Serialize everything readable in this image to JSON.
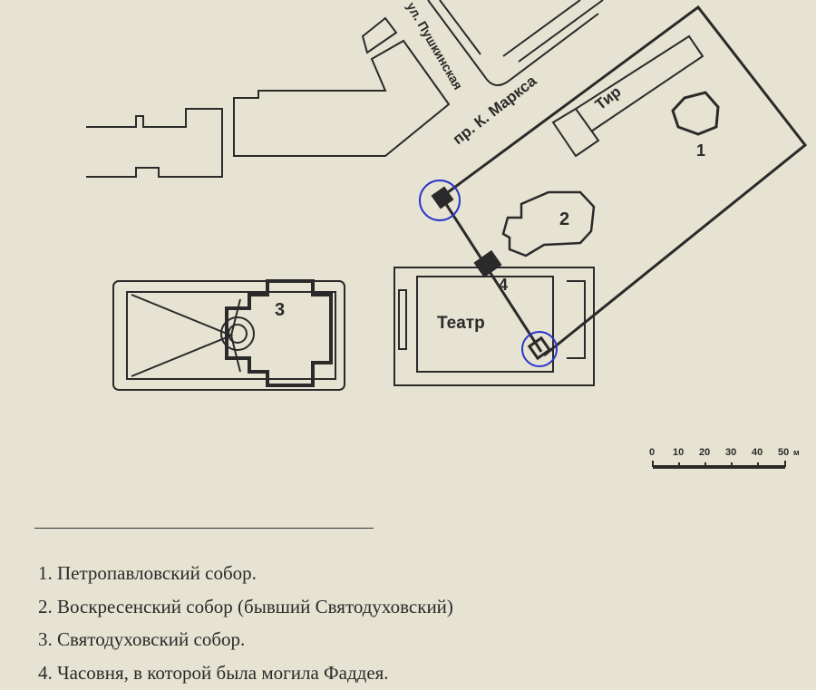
{
  "map": {
    "street_labels": {
      "pushkinskaya": "ул. Пушкинская",
      "marx_avenue": "пр. К. Маркса"
    },
    "building_labels": {
      "shooting_range": "Тир",
      "theatre": "Театр",
      "n1": "1",
      "n2": "2",
      "n3": "3",
      "n4": "4"
    },
    "scale_bar": {
      "ticks": [
        "0",
        "10",
        "20",
        "30",
        "40",
        "50"
      ],
      "unit": "м"
    },
    "highlight_color": "#2a35c8"
  },
  "legend": {
    "items": [
      "1. Петропавловский собор.",
      "2. Воскресенский собор (бывший Святодуховский)",
      "3. Святодуховский собор.",
      "4. Часовня, в которой была могила Фаддея."
    ]
  }
}
